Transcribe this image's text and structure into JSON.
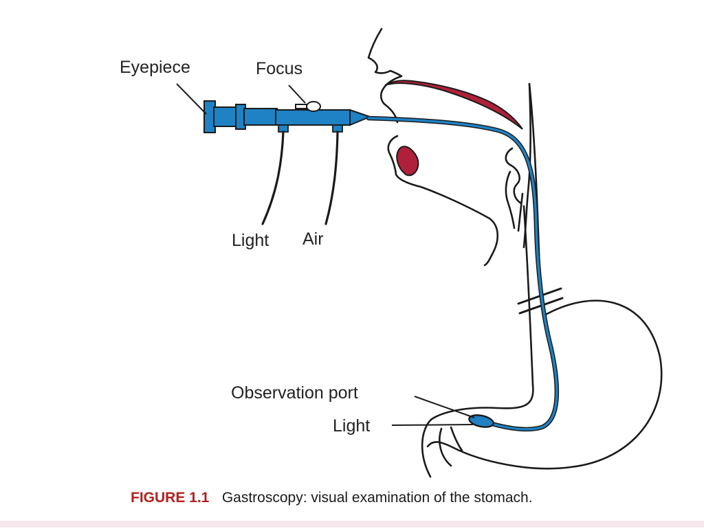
{
  "labels": {
    "eyepiece": "Eyepiece",
    "focus": "Focus",
    "light_top": "Light",
    "air": "Air",
    "observation_port": "Observation port",
    "light_bottom": "Light"
  },
  "caption": {
    "number": "FIGURE 1.1",
    "text": "Gastroscopy: visual examination of the stomach."
  },
  "colors": {
    "scope": "#1e82c4",
    "tissue": "#b0203a",
    "outline": "#1a1a1a",
    "caption_number": "#b4201e"
  }
}
